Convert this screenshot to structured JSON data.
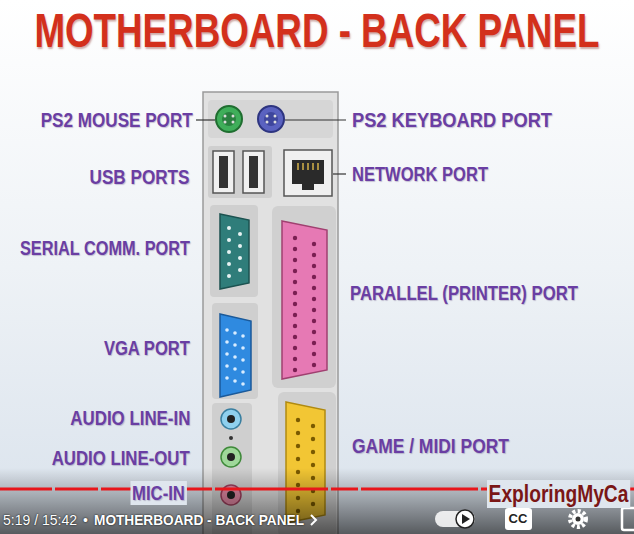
{
  "diagram": {
    "title": "MOTHERBOARD - BACK PANEL",
    "labels": [
      "PS2 MOUSE PORT",
      "PS2 KEYBOARD PORT",
      "USB PORTS",
      "NETWORK PORT",
      "SERIAL COMM. PORT",
      "PARALLEL (PRINTER) PORT",
      "VGA PORT",
      "GAME / MIDI PORT",
      "AUDIO LINE-IN",
      "AUDIO LINE-OUT",
      "MIC-IN",
      "ExploringMyCa",
      "5:19 / 15:42",
      "•",
      "MOTHERBOARD - BACK PANEL",
      "CC"
    ]
  }
}
